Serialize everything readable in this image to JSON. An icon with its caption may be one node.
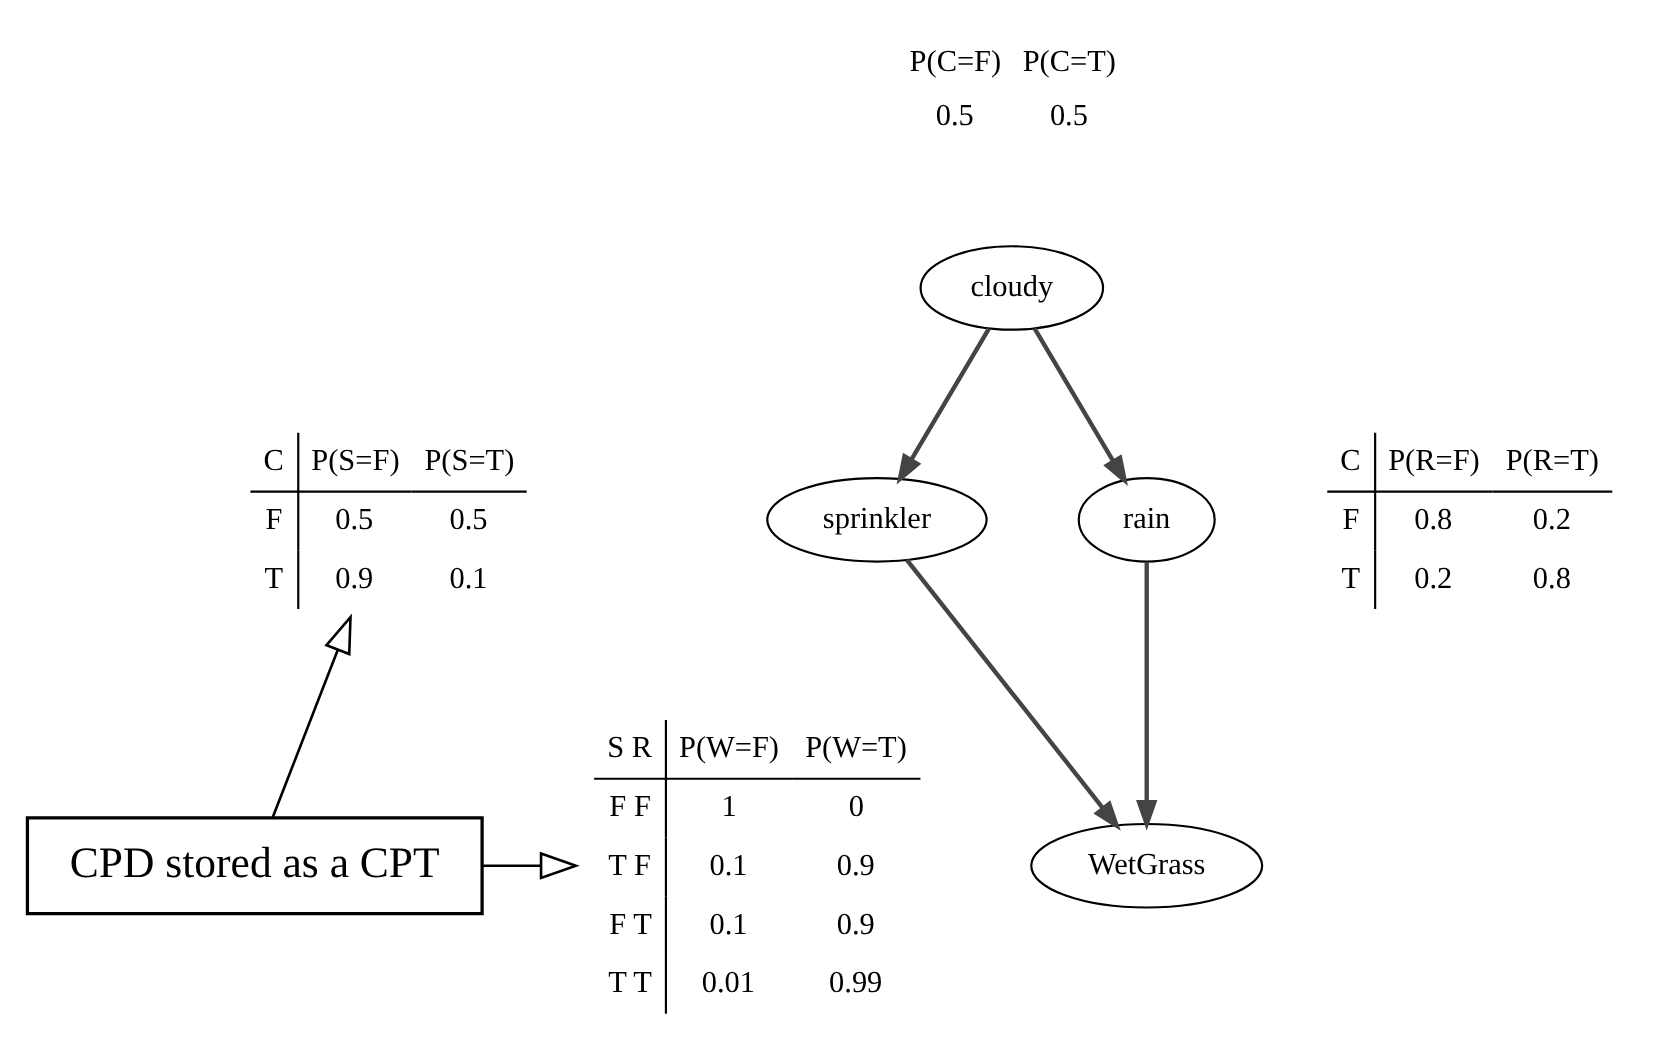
{
  "diagram": {
    "nodes": [
      {
        "text": [
          "cloudy"
        ],
        "beside": [
          "P(C=F)",
          "P(C=T)",
          "0.5",
          "0.5"
        ]
      },
      {
        "text": [
          "C",
          "P(S=F)",
          "P(S=T)",
          "F",
          "0.5",
          "0.5",
          "T",
          "0.9",
          "0.1"
        ]
      },
      {
        "text": [
          "sprinkler"
        ]
      },
      {
        "text": [
          "rain"
        ],
        "beside": [
          "C",
          "P(R=F)",
          "P(R=T)",
          "F",
          "0.8",
          "0.2",
          "T",
          "0.2",
          "0.8"
        ]
      },
      {
        "text": [
          "WetGrass"
        ]
      },
      {
        "text": [
          "S R",
          "P(W=F)",
          "P(W=T)",
          "F F",
          "1",
          "0",
          "T F",
          "0.1",
          "0.9",
          "F T",
          "0.1",
          "0.9",
          "T T",
          "0.01",
          "0.99"
        ]
      },
      {
        "text": [
          "CPD stored as a CPT"
        ]
      }
    ],
    "edges": [
      {
        "from": 0,
        "to": 2,
        "arrow": "to"
      },
      {
        "from": 0,
        "to": 3,
        "arrow": "to"
      },
      {
        "from": 2,
        "to": 4,
        "arrow": "to"
      },
      {
        "from": 3,
        "to": 4,
        "arrow": "to"
      },
      {
        "from": 6,
        "to": 1,
        "arrow": "to"
      },
      {
        "from": 6,
        "to": 5,
        "arrow": "to"
      }
    ]
  }
}
